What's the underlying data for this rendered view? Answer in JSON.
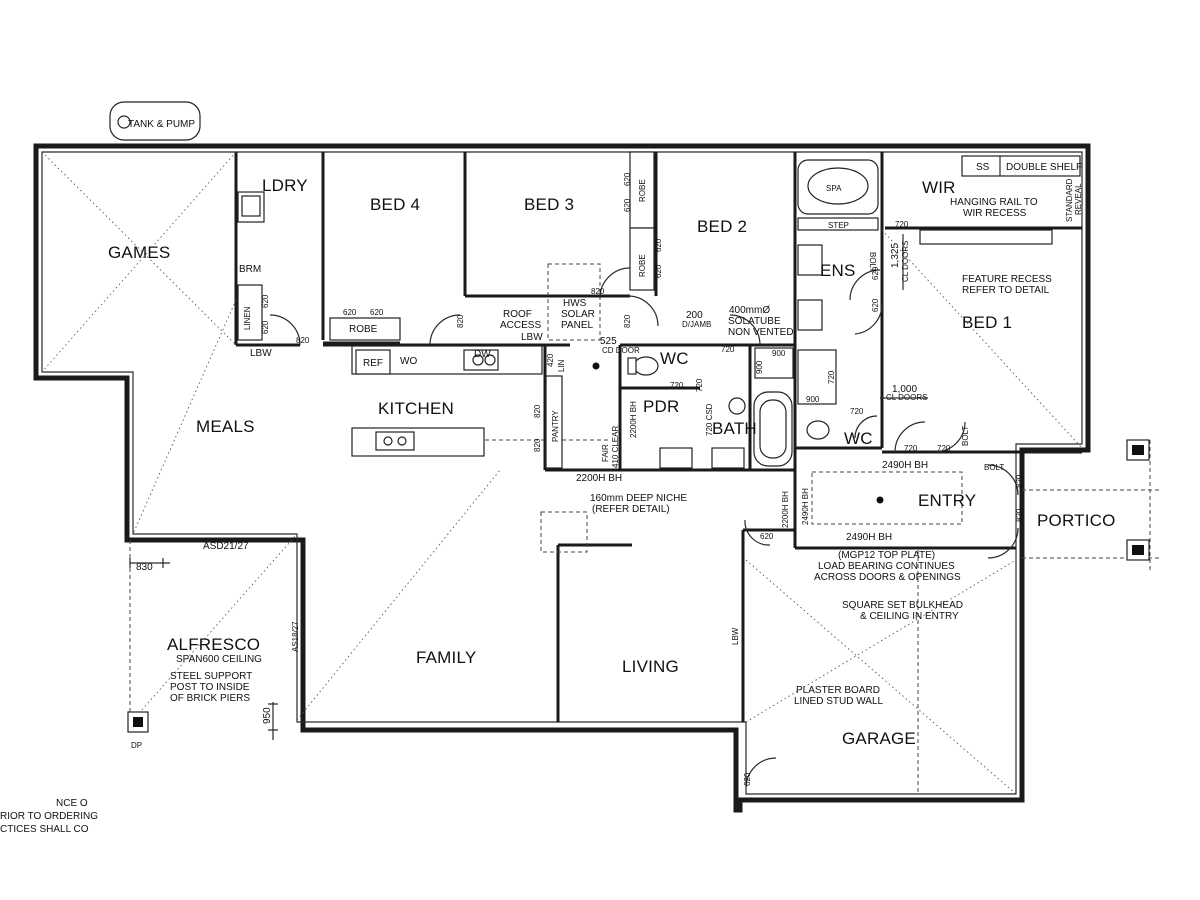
{
  "rooms": {
    "games": "GAMES",
    "ldry": "LDRY",
    "bed4": "BED 4",
    "bed3": "BED 3",
    "bed2": "BED 2",
    "wir": "WIR",
    "ens": "ENS",
    "bed1": "BED 1",
    "meals": "MEALS",
    "kitchen": "KITCHEN",
    "wc_pdr": "WC",
    "pdr": "PDR",
    "bath": "BATH",
    "wc_ens": "WC",
    "entry": "ENTRY",
    "portico": "PORTICO",
    "alfresco": "ALFRESCO",
    "family": "FAMILY",
    "living": "LIVING",
    "garage": "GARAGE"
  },
  "labels": {
    "tank_pump": "TANK & PUMP",
    "brm": "BRM",
    "linen": "LINEN",
    "lbw_ldry": "LBW",
    "robe_bed4": "ROBE",
    "robe_bed3": "ROBE",
    "robe_bed2": "ROBE",
    "ref": "REF",
    "wo_kitchen": "WO",
    "dw": "DW",
    "roof_access_1": "ROOF",
    "roof_access_2": "ACCESS",
    "lbw_kitchen": "LBW",
    "hws_1": "HWS",
    "hws_2": "SOLAR",
    "hws_3": "PANEL",
    "lin": "LIN",
    "pantry": "PANTRY",
    "spa": "SPA",
    "step": "STEP",
    "ss": "SS",
    "double_shelf": "DOUBLE SHELF",
    "hanging_rail_1": "HANGING RAIL TO",
    "hanging_rail_2": "WIR RECESS",
    "standard_reveal_1": "STANDARD",
    "standard_reveal_2": "REVEAL",
    "feature_recess_1": "FEATURE RECESS",
    "feature_recess_2": "REFER TO DETAIL",
    "solatube_1": "400mmØ",
    "solatube_2": "SOLATUBE",
    "solatube_3": "NON VENTED",
    "dj_1": "200",
    "dj_2": "D/JAMB",
    "csd": "720 CSD",
    "fair_clear_1": "FAIR",
    "fair_clear_2": "410 CLEAR",
    "bh_2200_a": "2200H BH",
    "bh_2200_b": "2200H BH",
    "niche_1": "160mm DEEP NICHE",
    "niche_2": "(REFER DETAIL)",
    "asd_2127": "ASD21/27",
    "as_1827": "AS18/27",
    "span600_ceiling": "SPAN600 CEILING",
    "steel_support_1": "STEEL SUPPORT",
    "steel_support_2": "POST TO INSIDE",
    "steel_support_3": "OF BRICK PIERS",
    "dp_alfresco": "DP",
    "bh_2490_a": "2490H BH",
    "bh_2490_b": "2490H BH",
    "bh_2490_c": "2490H BH",
    "bh_2200_c": "2200H BH",
    "mgp12_1": "(MGP12 TOP PLATE)",
    "mgp12_2": "LOAD BEARING CONTINUES",
    "mgp12_3": "ACROSS DOORS & OPENINGS",
    "bulkhead_1": "SQUARE SET BULKHEAD",
    "bulkhead_2": "& CEILING IN ENTRY",
    "plaster_1": "PLASTER BOARD",
    "plaster_2": "LINED STUD WALL",
    "lbw_garage": "LBW",
    "bolt_1": "BOLT",
    "bolt_2": "BOLT",
    "bolt_3": "BOLT",
    "cl_doors_1": "CL DOORS",
    "cl_doors_2": "CL DOORS",
    "cd_door": "CD DOOR",
    "cut_1": "NCE O",
    "cut_2": "RIOR TO ORDERING",
    "cut_3": "CTICES SHALL CO"
  },
  "dimensions": {
    "d_620_linen_a": "620",
    "d_620_linen_b": "620",
    "d_820_ldry": "820",
    "d_620_robe4_a": "620",
    "d_620_robe4_b": "620",
    "d_820_bed4": "820",
    "d_820_hws": "820",
    "d_820_bed3": "820",
    "d_620_robe3_a": "620",
    "d_620_robe3_b": "620",
    "d_620_robe2_a": "620",
    "d_620_robe2_b": "620",
    "d_525": "525",
    "d_420": "420",
    "d_720_wc": "720",
    "d_720_pdr": "720",
    "d_720_bath": "720",
    "d_820_pantry_a": "820",
    "d_820_pantry_b": "820",
    "d_900_a": "900",
    "d_900_b": "900",
    "d_900_c": "900",
    "d_720_ens": "720",
    "d_620_ens_a": "620",
    "d_620_ens_b": "620",
    "d_1325": "1,325",
    "d_720_wir": "720",
    "d_720_wc_ens": "720",
    "d_1000": "1,000",
    "d_720_bed1_a": "720",
    "d_720_bed1_b": "720",
    "d_820_entry_a": "820",
    "d_820_entry_b": "820",
    "d_620_garage_top": "620",
    "d_620_garage_door": "620",
    "d_830": "830",
    "d_950": "950"
  }
}
